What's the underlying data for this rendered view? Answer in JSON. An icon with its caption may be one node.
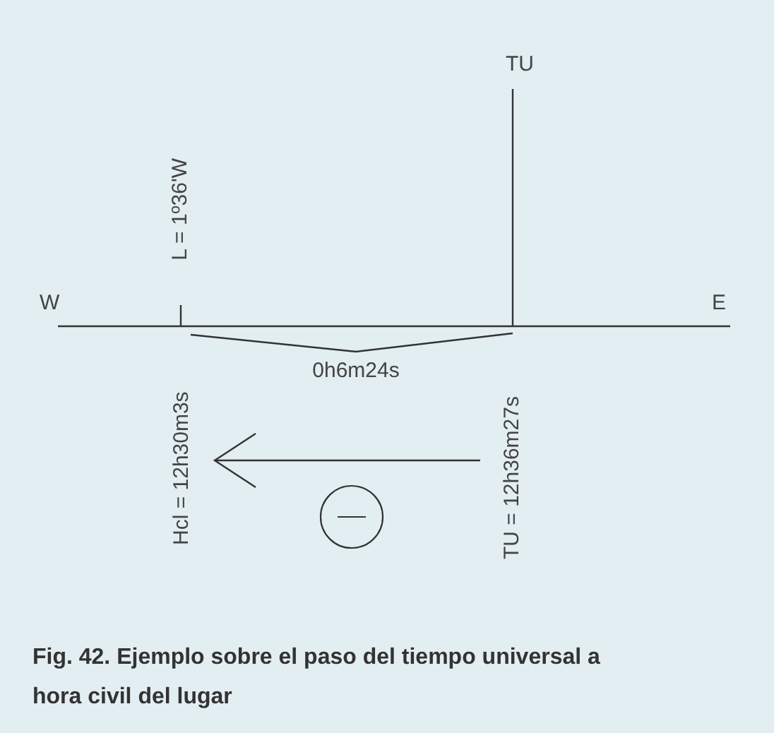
{
  "diagram": {
    "caption": "Fig. 42. Ejemplo sobre el paso del tiempo universal a hora civil del lugar",
    "nodes": [
      {
        "text": [
          "TU = 12h36m27s"
        ]
      },
      {
        "text": [
          "Hcl = 12h30m3s"
        ]
      }
    ],
    "edges": [
      {
        "from": 0,
        "to": 1,
        "arrow": "to"
      }
    ],
    "labels": [
      "TU",
      "L = 1º36'W",
      "W",
      "E",
      "0h6m24s"
    ]
  }
}
